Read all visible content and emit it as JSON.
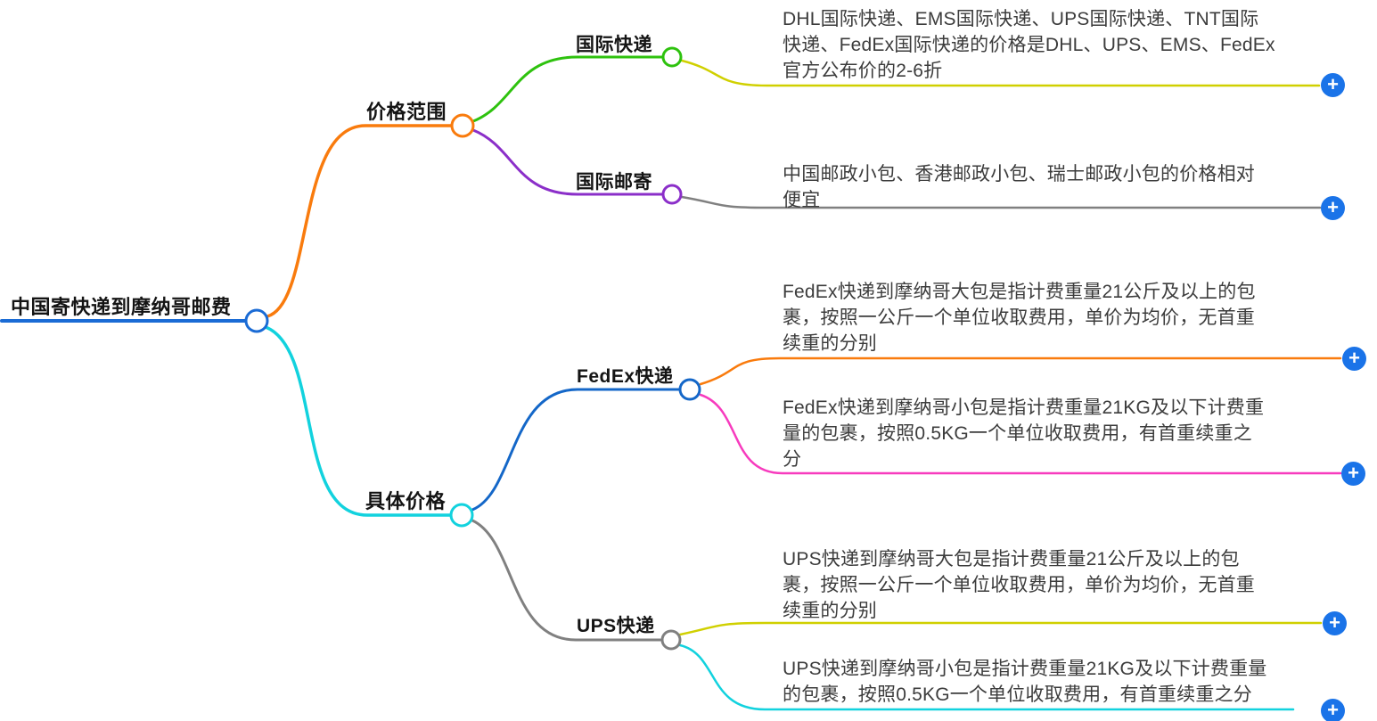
{
  "mindmap": {
    "root": {
      "label": "中国寄快递到摩纳哥邮费"
    },
    "branches": [
      {
        "label": "价格范围",
        "children": [
          {
            "label": "国际快递",
            "notes": [
              {
                "text": "DHL国际快递、EMS国际快递、UPS国际快递、TNT国际\n快递、FedEx国际快递的价格是DHL、UPS、EMS、FedEx\n官方公布价的2-6折"
              }
            ]
          },
          {
            "label": "国际邮寄",
            "notes": [
              {
                "text": "中国邮政小包、香港邮政小包、瑞士邮政小包的价格相对\n便宜"
              }
            ]
          }
        ]
      },
      {
        "label": "具体价格",
        "children": [
          {
            "label": "FedEx快递",
            "notes": [
              {
                "text": "FedEx快递到摩纳哥大包是指计费重量21公斤及以上的包\n裹，按照一公斤一个单位收取费用，单价为均价，无首重\n续重的分别"
              },
              {
                "text": "FedEx快递到摩纳哥小包是指计费重量21KG及以下计费重\n量的包裹，按照0.5KG一个单位收取费用，有首重续重之\n分"
              }
            ]
          },
          {
            "label": "UPS快递",
            "notes": [
              {
                "text": "UPS快递到摩纳哥大包是指计费重量21公斤及以上的包\n裹，按照一公斤一个单位收取费用，单价为均价，无首重\n续重的分别"
              },
              {
                "text": "UPS快递到摩纳哥小包是指计费重量21KG及以下计费重量\n的包裹，按照0.5KG一个单位收取费用，有首重续重之分"
              }
            ]
          }
        ]
      }
    ]
  },
  "icons": {
    "add_icon": "+"
  },
  "colors": {
    "root_blue": "#1a6bd5",
    "orange": "#f97b0d",
    "green": "#2ec20e",
    "yellow": "#d0d000",
    "purple": "#8b2fc9",
    "gray": "#808080",
    "cyan": "#12d2de",
    "fedex_blue": "#1467c8",
    "pink": "#f73bbe",
    "plus_blue": "#1a73e8",
    "node_fill": "#ffffff"
  }
}
